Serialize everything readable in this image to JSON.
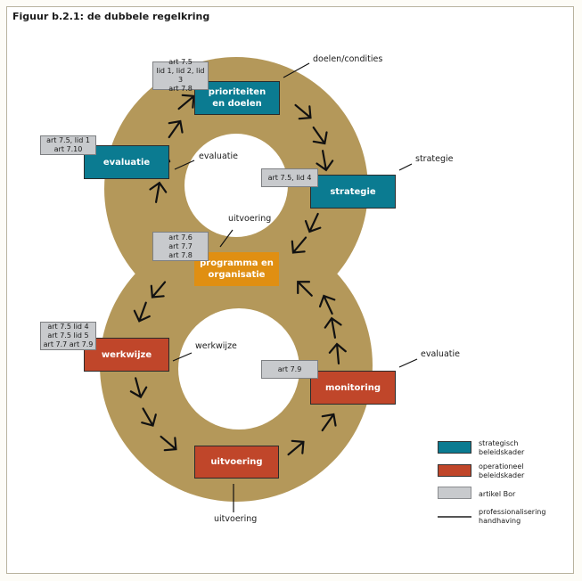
{
  "figure": {
    "title": "Figuur b.2.1: de dubbele regelkring"
  },
  "colors": {
    "ring": "#b4985a",
    "strategic": "#0b7b91",
    "operational": "#c0462a",
    "program": "#e08f12",
    "article": "#c8cacd",
    "arrow": "#111111"
  },
  "boxes": {
    "prioriteiten": "prioriteiten\nen doelen",
    "evaluatie": "evaluatie",
    "strategie": "strategie",
    "programma": "programma en\norganisatie",
    "werkwijze": "werkwijze",
    "monitoring": "monitoring",
    "uitvoering": "uitvoering"
  },
  "articles": {
    "prioriteiten": "art 7.5\nlid 1, lid 2, lid 3\nart 7.8",
    "evaluatie": "art 7.5, lid 1\nart 7.10",
    "strategie": "art 7.5, lid 4",
    "programma": "art 7.6\nart 7.7\nart 7.8",
    "werkwijze": "art 7.5 lid 4\nart 7.5 lid 5\nart 7.7 art 7.9",
    "monitoring": "art 7.9"
  },
  "callouts": {
    "doelen": "doelen/condities",
    "evaluatie_top": "evaluatie",
    "strategie": "strategie",
    "uitvoering_top": "uitvoering",
    "werkwijze": "werkwijze",
    "evaluatie_bottom": "evaluatie",
    "uitvoering_bottom": "uitvoering"
  },
  "legend": [
    {
      "label": "strategisch\nbeleidskader",
      "kind": "strategic"
    },
    {
      "label": "operationeel\nbeleidskader",
      "kind": "operational"
    },
    {
      "label": "artikel Bor",
      "kind": "article"
    },
    {
      "label": "professionalisering\nhandhaving",
      "kind": "line"
    }
  ]
}
